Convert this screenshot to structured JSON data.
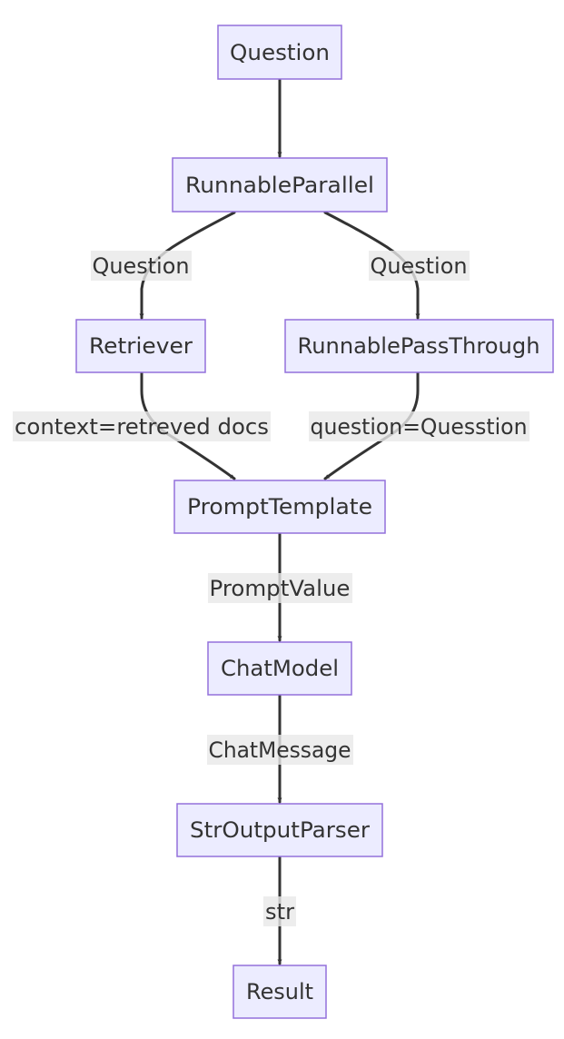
{
  "nodes": {
    "question": "Question",
    "runnable_parallel": "RunnableParallel",
    "retriever": "Retriever",
    "runnable_passthrough": "RunnablePassThrough",
    "prompt_template": "PromptTemplate",
    "chat_model": "ChatModel",
    "str_output_parser": "StrOutputParser",
    "result": "Result"
  },
  "edges": {
    "parallel_to_retriever": "Question",
    "parallel_to_passthrough": "Question",
    "retriever_to_prompt": "context=retreved docs",
    "passthrough_to_prompt": "question=Quesstion",
    "prompt_to_model": "PromptValue",
    "model_to_parser": "ChatMessage",
    "parser_to_result": "str"
  },
  "colors": {
    "node_fill": "#ECECFF",
    "node_stroke": "#9370DB",
    "edge_stroke": "#333333",
    "label_background": "#e8e8e8",
    "text": "#333333"
  }
}
